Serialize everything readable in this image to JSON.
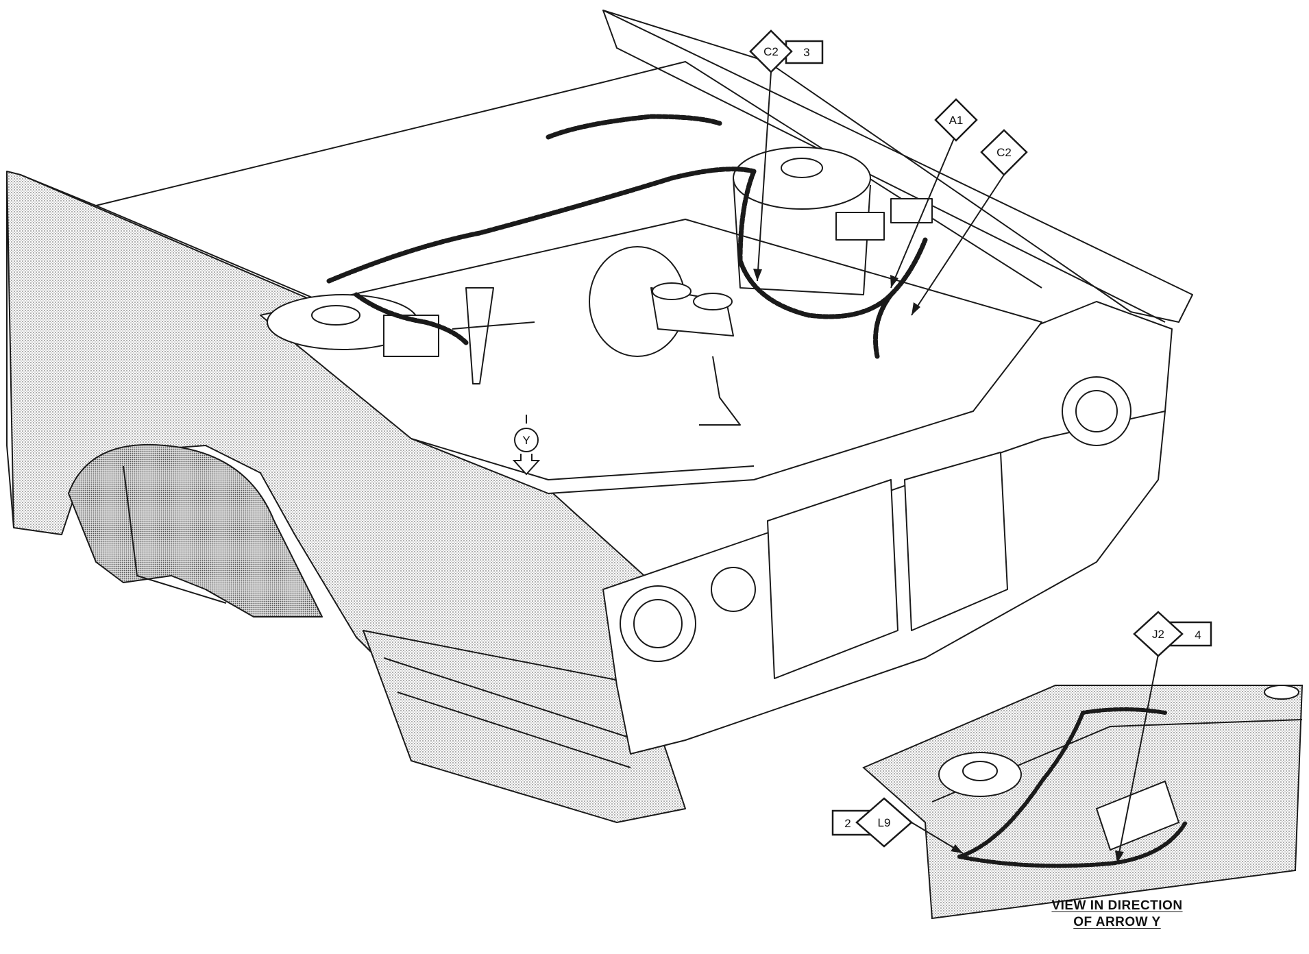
{
  "callouts": {
    "c2_3": {
      "code": "C2",
      "num": "3"
    },
    "a1": {
      "code": "A1"
    },
    "c2_right": {
      "code": "C2"
    },
    "y_arrow": {
      "code": "Y"
    },
    "j2_4": {
      "code": "J2",
      "num": "4"
    },
    "l9_2": {
      "code": "L9",
      "num": "2"
    }
  },
  "caption": {
    "line1": "VIEW IN DIRECTION",
    "line2": "OF ARROW Y"
  },
  "colors": {
    "line": "#1a1a1a",
    "shade": "#bdbdbd",
    "paper": "#ffffff"
  }
}
